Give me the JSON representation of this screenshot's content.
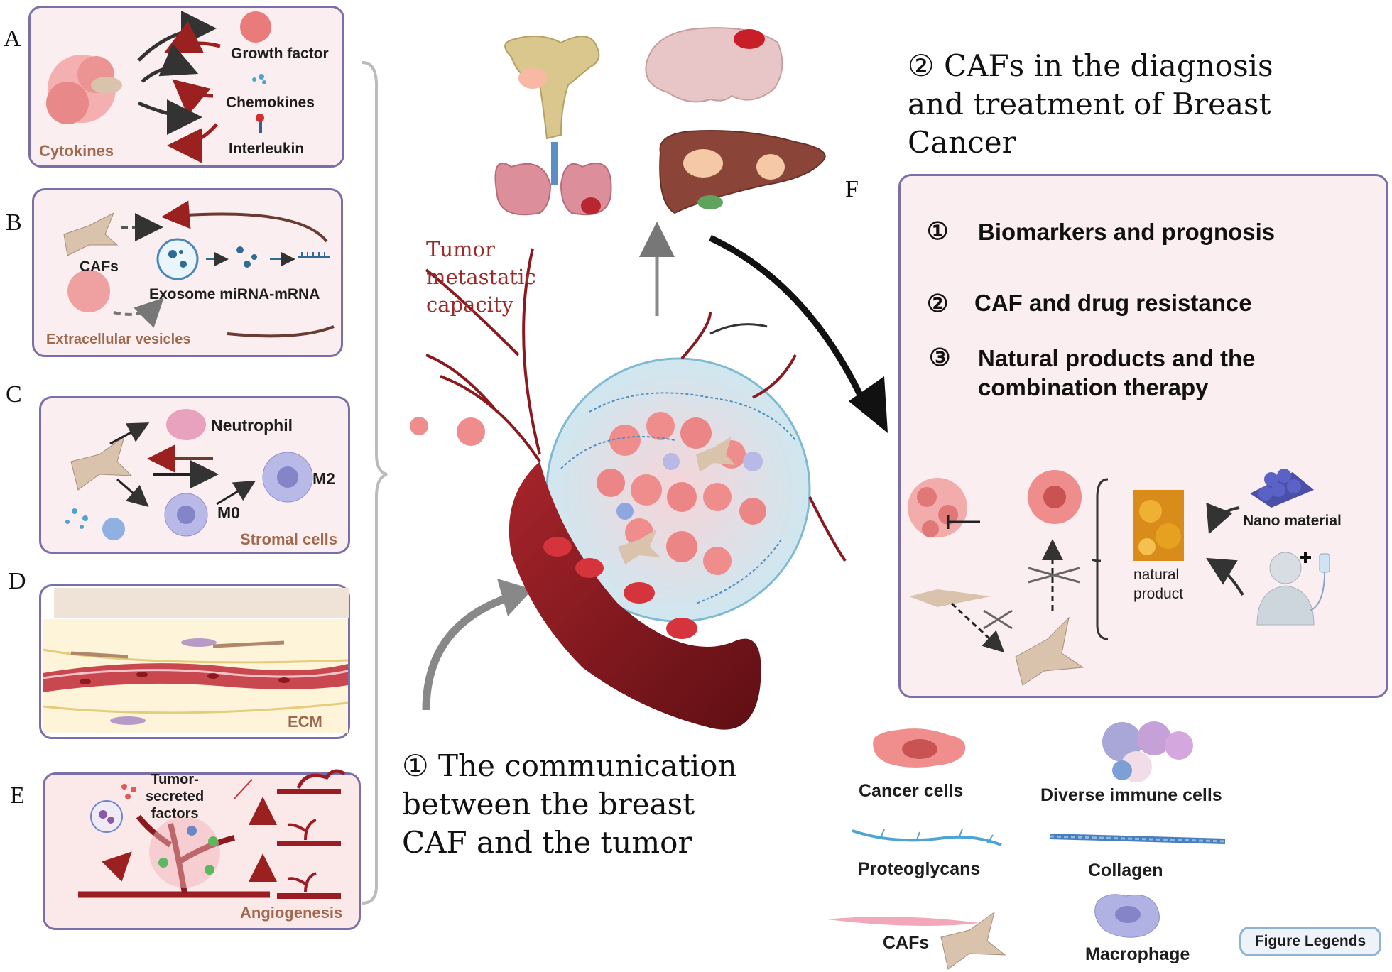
{
  "panels": {
    "a": {
      "letter": "A",
      "tag": "Cytokines",
      "labels": [
        "Growth factor",
        "Chemokines",
        "Interleukin"
      ]
    },
    "b": {
      "letter": "B",
      "tag": "Extracellular vesicles",
      "cafs": "CAFs",
      "exosome": "Exosome miRNA-mRNA"
    },
    "c": {
      "letter": "C",
      "tag": "Stromal cells",
      "neutrophil": "Neutrophil",
      "m0": "M0",
      "m2": "M2"
    },
    "d": {
      "letter": "D",
      "tag": "ECM"
    },
    "e": {
      "letter": "E",
      "tag": "Angiogenesis",
      "factors": "Tumor-\nsecreted\nfactors"
    },
    "f": {
      "letter": "F",
      "items": [
        {
          "num": "①",
          "text": "Biomarkers and prognosis"
        },
        {
          "num": "②",
          "text": "CAF and drug resistance"
        },
        {
          "num": "③",
          "text": "Natural products and the\ncombination therapy"
        }
      ],
      "nano": "Nano material",
      "natural": "natural\nproduct"
    }
  },
  "center": {
    "metastatic": "Tumor\nmetastatic\ncapacity",
    "communication": "① The communication\nbetween the breast\nCAF and the tumor",
    "diagnosis": "② CAFs in the diagnosis\nand treatment of Breast\nCancer"
  },
  "legend": {
    "items": [
      "Cancer cells",
      "Diverse immune cells",
      "Proteoglycans",
      "Collagen",
      "CAFs",
      "Macrophage"
    ],
    "button": "Figure Legends"
  },
  "colors": {
    "panel_border": "#7a6fa8",
    "panel_fill": "#fbeef0",
    "tag": "#a0694d",
    "vessel": "#8b1a1f",
    "metastatic": "#9b2b2b"
  }
}
